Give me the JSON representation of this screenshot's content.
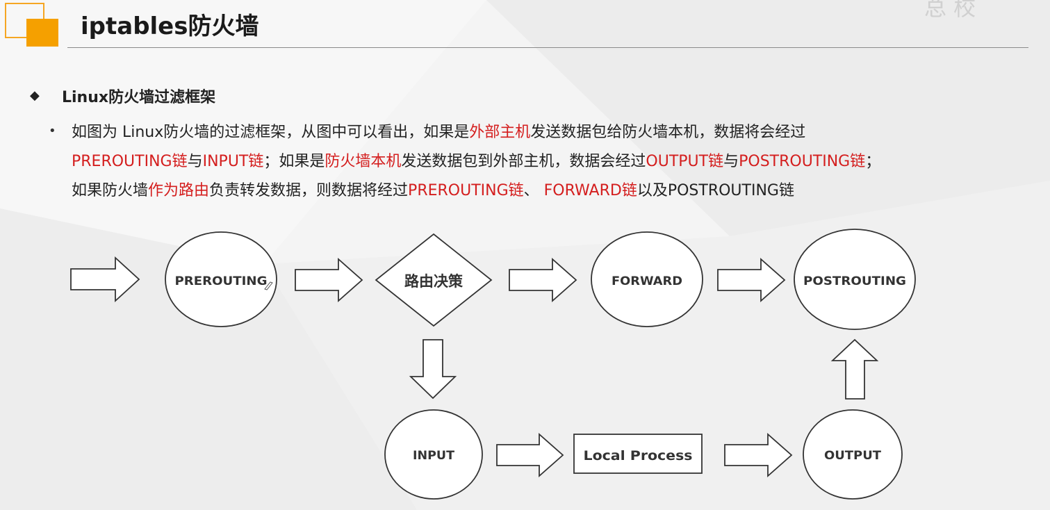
{
  "header": {
    "title": "iptables防火墙",
    "watermark": "总 校"
  },
  "section": {
    "bullet": "◆",
    "heading": "Linux防火墙过滤框架"
  },
  "paragraph": {
    "bullet": "•",
    "s1": "如图为 Linux防火墙的过滤框架，从图中可以看出，如果是",
    "s2": "外部主机",
    "s3": "发送数据包给防火墙本机，数据将会经过",
    "s4": "PREROUTING链",
    "s5": "与",
    "s6": "INPUT链",
    "s7": "；如果是",
    "s8": "防火墙本机",
    "s9": "发送数据包到外部主机，数据会经过",
    "s10": "OUTPUT链",
    "s11": "与",
    "s12": "POSTROUTING链",
    "s13": "；",
    "s14": "如果防火墙",
    "s15": "作为路由",
    "s16": "负责转发数据，则数据将经过",
    "s17": "PREROUTING链",
    "s18": "、 ",
    "s19": "FORWARD链",
    "s20": "以及POSTROUTING链"
  },
  "diagram": {
    "nodes": {
      "prerouting": "PREROUTING",
      "routing_decision": "路由决策",
      "forward": "FORWARD",
      "postrouting": "POSTROUTING",
      "input": "INPUT",
      "local_process": "Local Process",
      "output": "OUTPUT"
    }
  },
  "colors": {
    "accent_orange": "#f5a000",
    "highlight_red": "#d41e1e"
  }
}
